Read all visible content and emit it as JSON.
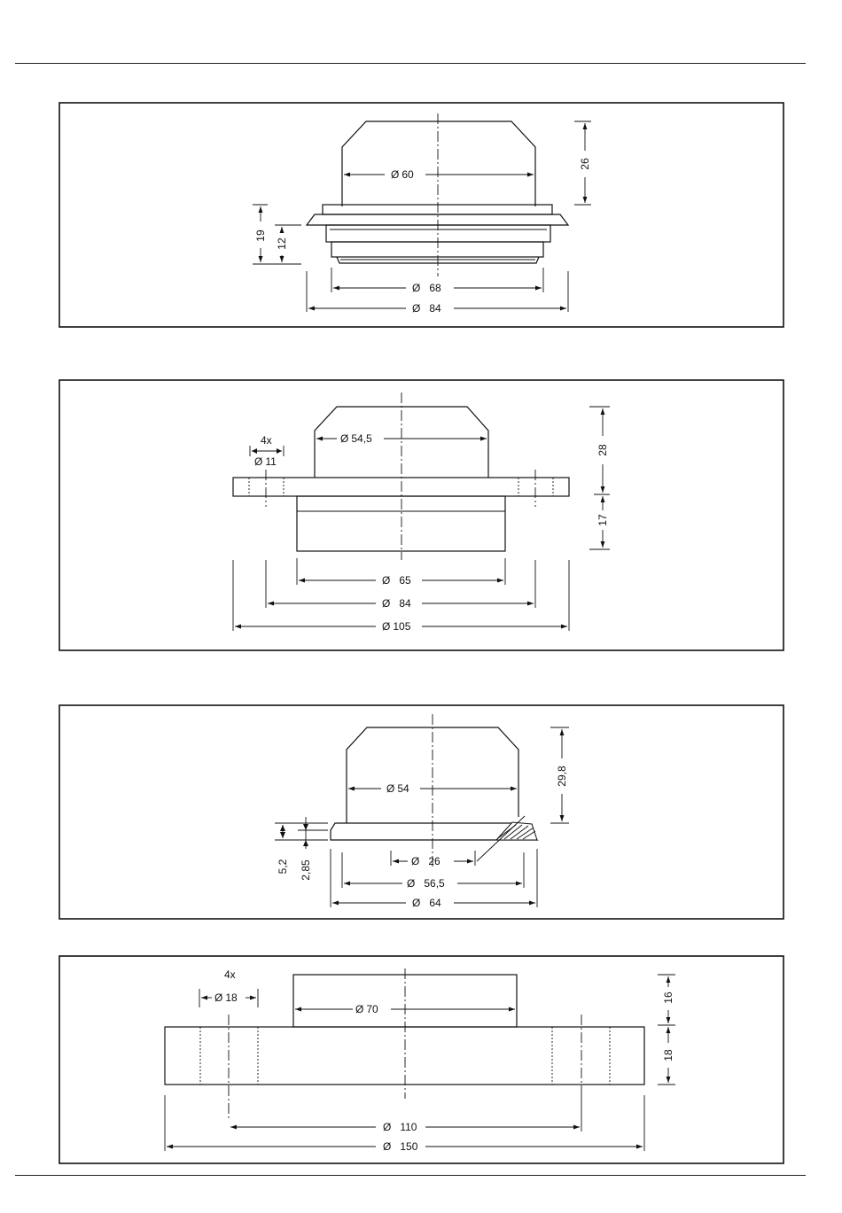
{
  "colors": {
    "line": "#111111",
    "background": "#ffffff"
  },
  "drawing_1": {
    "dims": {
      "d60": "60",
      "d68": "68",
      "d84": "84",
      "h26": "26",
      "h19": "19",
      "h12": "12"
    }
  },
  "drawing_2": {
    "holes_count": "4x",
    "dims": {
      "d11": "11",
      "d54_5": "54,5",
      "d65": "65",
      "d84": "84",
      "d105": "105",
      "h28": "28",
      "h17": "17"
    }
  },
  "drawing_3": {
    "dims": {
      "d54": "54",
      "d26": "26",
      "d56_5": "56,5",
      "d64": "64",
      "h29_8": "29,8",
      "h5_2": "5,2",
      "h2_85": "2,85"
    }
  },
  "drawing_4": {
    "holes_count": "4x",
    "dims": {
      "d18": "18",
      "d70": "70",
      "d110": "110",
      "d150": "150",
      "h16": "16",
      "h18": "18"
    }
  },
  "diameter_symbol": "Ø"
}
